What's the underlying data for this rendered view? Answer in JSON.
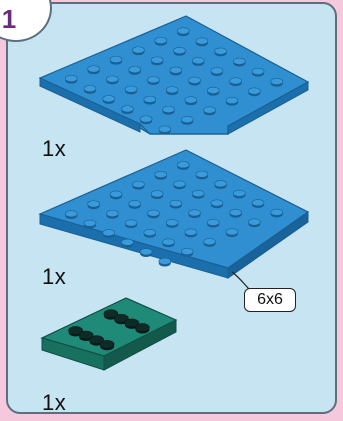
{
  "step": {
    "number": "1"
  },
  "parts": [
    {
      "name": "corner-plate",
      "quantity": "1x",
      "color": "#2f8fd0"
    },
    {
      "name": "square-plate",
      "quantity": "1x",
      "color": "#2f8fd0",
      "size_label": "6x6"
    },
    {
      "name": "brick-2x4",
      "quantity": "1x",
      "color": "#1f8a78"
    }
  ],
  "colors": {
    "page_background": "#f6c8dc",
    "panel_background": "#c7e4f3",
    "panel_border": "#5d6f7d",
    "step_number": "#6a2a7f",
    "blue_plate": "#2f8fd0",
    "green_brick": "#1f8a78"
  }
}
